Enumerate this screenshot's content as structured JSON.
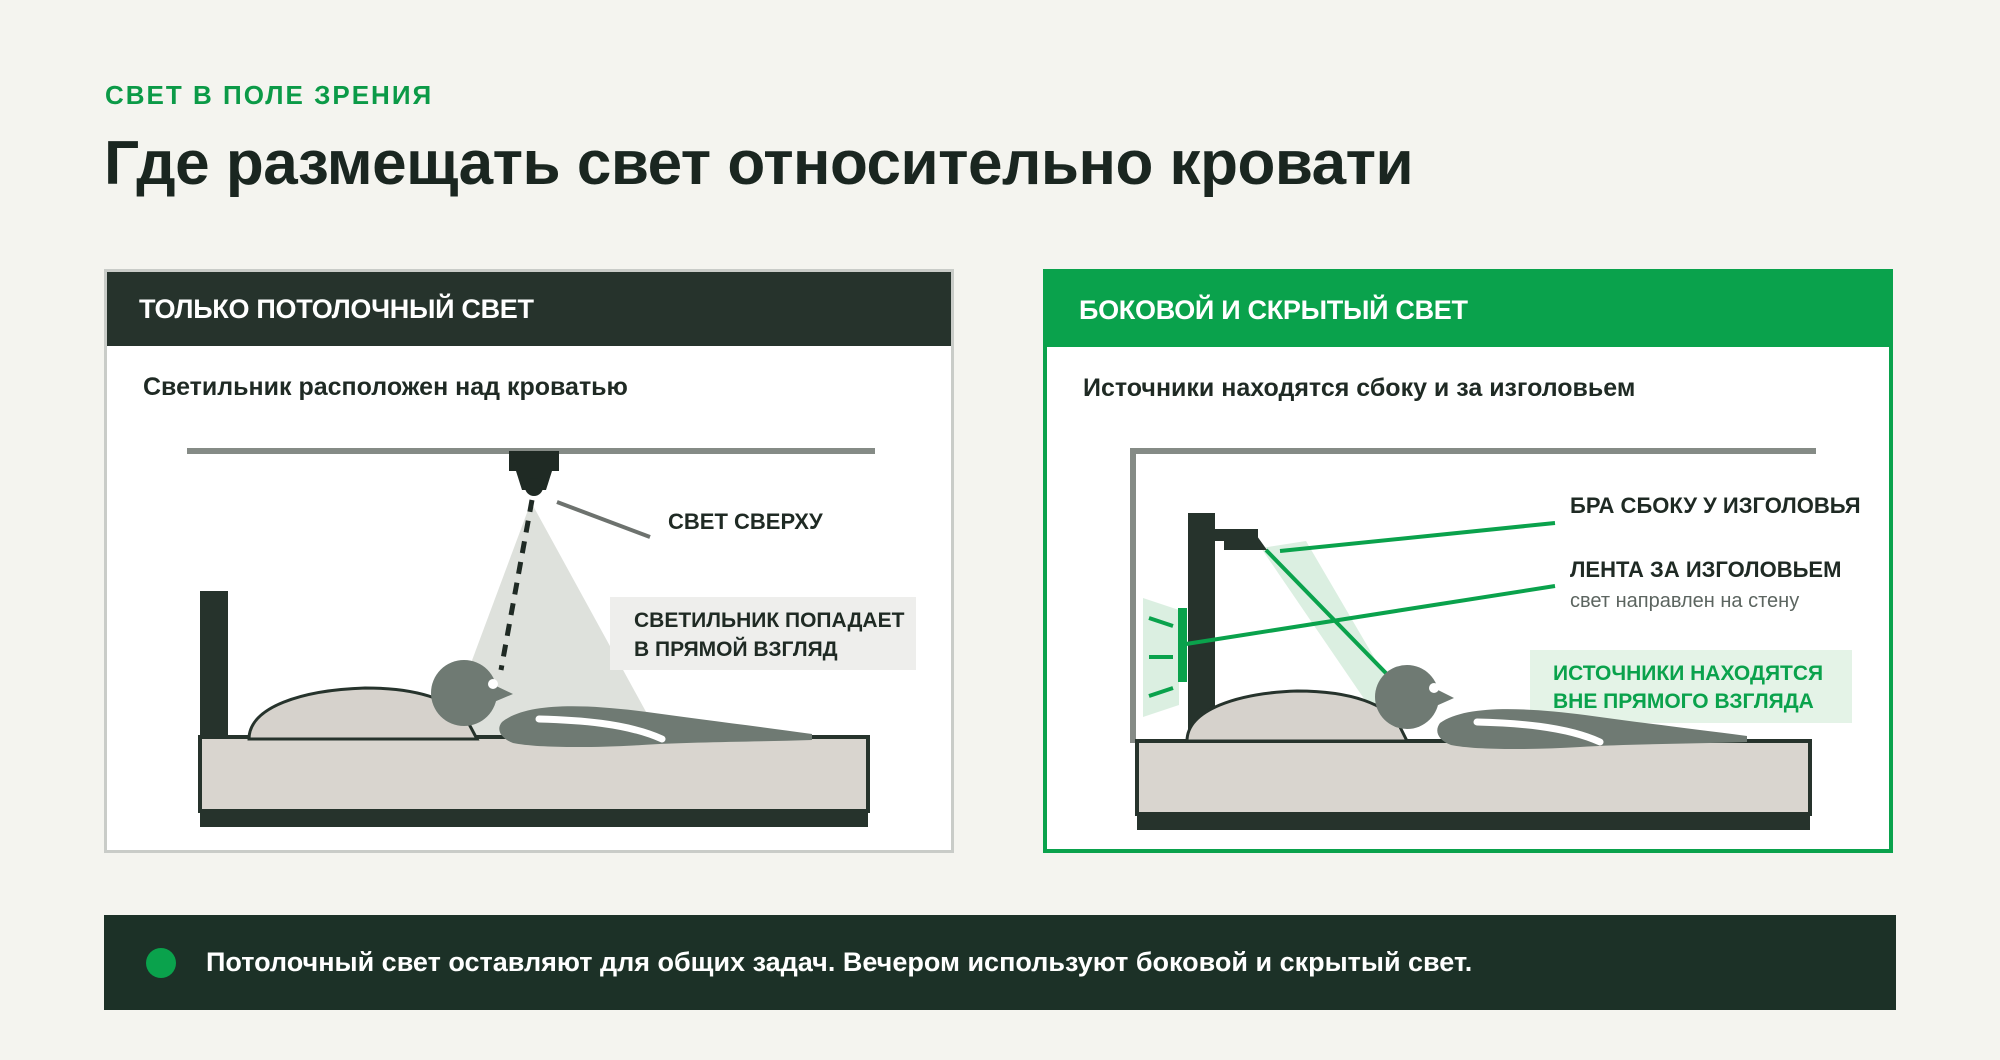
{
  "kicker": "СВЕТ В ПОЛЕ ЗРЕНИЯ",
  "headline": "Где размещать свет относительно кровати",
  "left_panel": {
    "title": "ТОЛЬКО ПОТОЛОЧНЫЙ СВЕТ",
    "subtitle": "Светильник расположен над кроватью",
    "label_light_top": "СВЕТ СВЕРХУ",
    "callout_line1": "СВЕТИЛЬНИК ПОПАДАЕТ",
    "callout_line2": "В ПРЯМОЙ ВЗГЛЯД"
  },
  "right_panel": {
    "title": "БОКОВОЙ И СКРЫТЫЙ СВЕТ",
    "subtitle": "Источники находятся сбоку и за изголовьем",
    "label_sconce": "БРА СБОКУ У ИЗГОЛОВЬЯ",
    "label_strip": "ЛЕНТА ЗА ИЗГОЛОВЬЕМ",
    "label_strip_note": "свет направлен на стену",
    "callout_line1": "ИСТОЧНИКИ НАХОДЯТСЯ",
    "callout_line2": "ВНЕ ПРЯМОГО ВЗГЛЯДА"
  },
  "footer": {
    "text": "Потолочный свет оставляют для общих задач. Вечером используют боковой и скрытый свет."
  },
  "colors": {
    "accent_green": "#0aa24c",
    "dark_header": "#26332c",
    "footer_bg": "#1c3127",
    "pillow": "#d6d2cc",
    "person": "#6f7a73"
  },
  "icons": [
    "ceiling-lamp-icon",
    "wall-sconce-icon",
    "led-strip-icon",
    "person-head-icon",
    "bed-icon"
  ]
}
